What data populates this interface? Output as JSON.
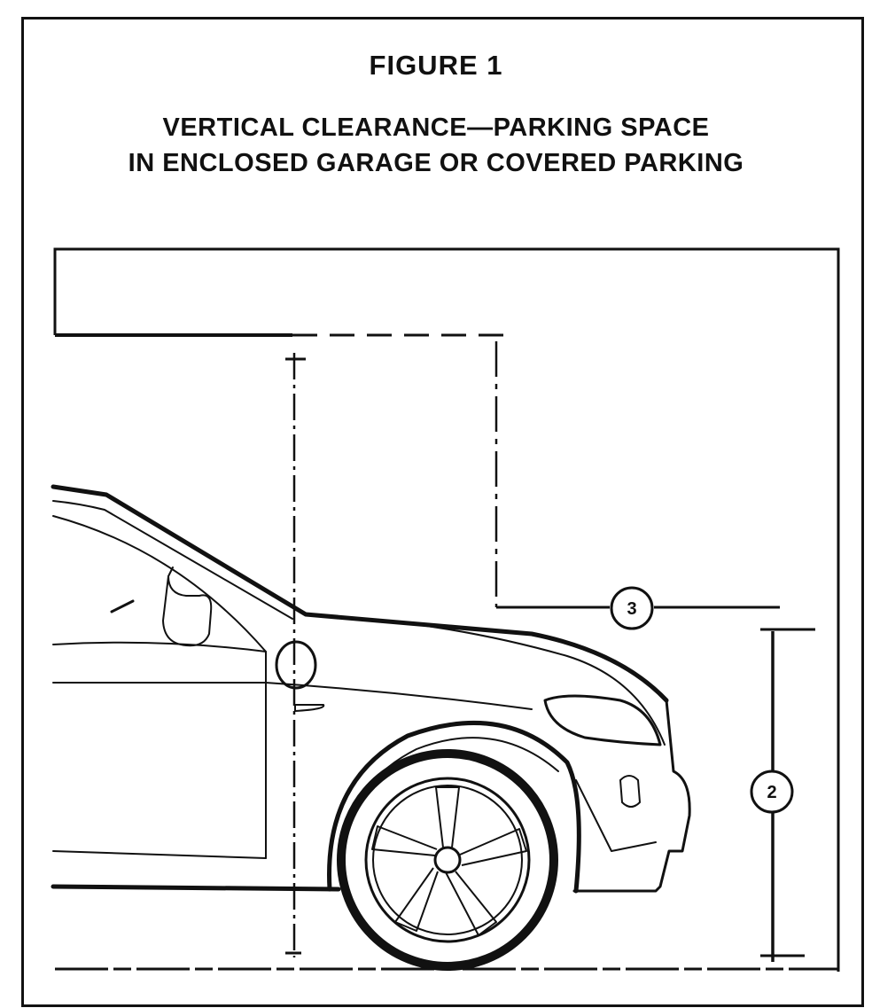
{
  "figure": {
    "title": "FIGURE 1",
    "caption_line_1": "VERTICAL CLEARANCE—PARKING SPACE",
    "caption_line_2": "IN ENCLOSED GARAGE OR COVERED PARKING"
  },
  "callouts": {
    "callout_2": "2",
    "callout_3": "3"
  },
  "colors": {
    "ink": "#111111",
    "paper": "#ffffff"
  }
}
